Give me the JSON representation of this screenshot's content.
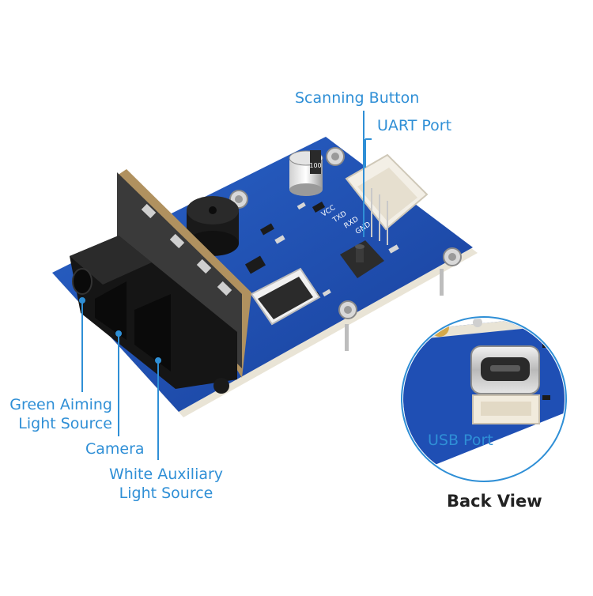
{
  "labels": {
    "scanning_button": "Scanning Button",
    "uart_port": "UART Port",
    "green_aiming_line1": "Green Aiming",
    "green_aiming_line2": "Light Source",
    "camera": "Camera",
    "white_aux_line1": "White Auxiliary",
    "white_aux_line2": "Light Source",
    "usb_port": "USB Port",
    "back_view": "Back View"
  },
  "board": {
    "silkscreen": [
      "VCC",
      "TXD",
      "RXD",
      "GND"
    ],
    "cap_text": "100"
  },
  "colors": {
    "label_blue": "#2f8fd6",
    "pcb_blue": "#1f4fb4",
    "pcb_edge": "#e9e4d6",
    "black_housing": "#141414"
  }
}
